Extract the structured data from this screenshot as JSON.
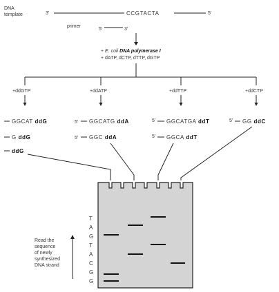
{
  "template_label": [
    "DNA",
    "template"
  ],
  "template_seq": "CCGTACTA",
  "template_3p": "3'",
  "template_5p": "5'",
  "primer_label": "primer",
  "primer_5p": "5'",
  "primer_3p": "3'",
  "reaction_line1_prefix": "+ ",
  "reaction_line1_italic": "E. coli ",
  "reaction_line1_bold": "DNA polymerase I",
  "reaction_line2": "+ dATP, dCTP, dTTP, dGTP",
  "columns": [
    {
      "label": "+ddGTP",
      "products": [
        {
          "prefix": "",
          "seq": "GGCAT",
          "end": "ddG"
        },
        {
          "prefix": "",
          "seq": "G",
          "end": "ddG"
        },
        {
          "prefix": "",
          "seq": "",
          "end": "ddG"
        }
      ]
    },
    {
      "label": "+ddATP",
      "products": [
        {
          "prefix": "5'",
          "seq": "GGCATG",
          "end": "ddA"
        },
        {
          "prefix": "5'",
          "seq": "GGC",
          "end": "ddA"
        }
      ]
    },
    {
      "label": "+ddTTP",
      "products": [
        {
          "prefix": "5'",
          "seq": "GGCATGA",
          "end": "ddT"
        },
        {
          "prefix": "5'",
          "seq": "GGCA",
          "end": "ddT"
        }
      ]
    },
    {
      "label": "+ddCTP",
      "products": [
        {
          "prefix": "5'",
          "seq": "GG",
          "end": "ddC"
        }
      ]
    }
  ],
  "gel_ladder": [
    "T",
    "A",
    "G",
    "T",
    "A",
    "C",
    "G",
    "G"
  ],
  "read_label": [
    "Read the",
    "sequence",
    "of newly",
    "synthesized",
    "DNA strand"
  ],
  "colors": {
    "gel_fill": "#d4d4d4",
    "lines": "#222222",
    "text": "#333333"
  }
}
